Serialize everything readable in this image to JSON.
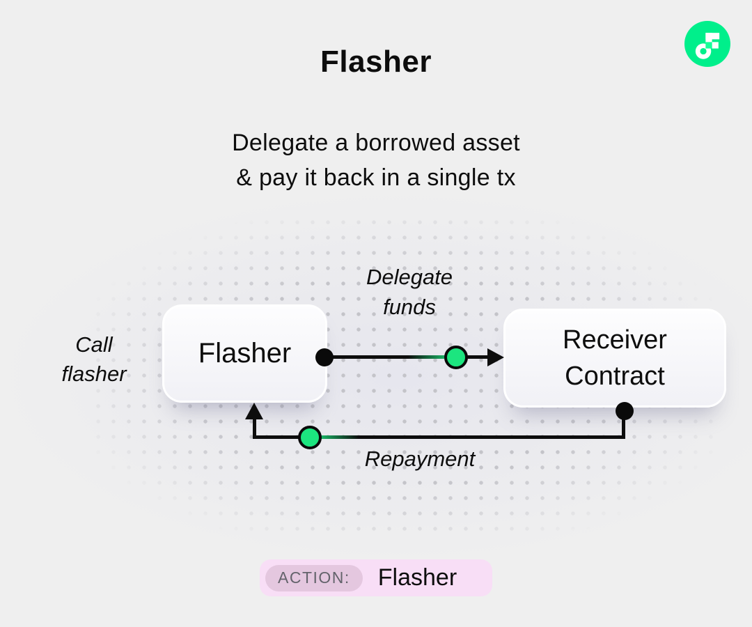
{
  "header": {
    "title": "Flasher",
    "subtitle_line1": "Delegate a borrowed asset",
    "subtitle_line2": "& pay it back in a single tx"
  },
  "logo": {
    "name": "flow-logo",
    "circle_color": "#00ef8b",
    "accent_color": "#16ff99"
  },
  "diagram": {
    "call_label": {
      "line1": "Call",
      "line2": "flasher"
    },
    "flasher_node": {
      "label": "Flasher"
    },
    "receiver_node": {
      "line1": "Receiver",
      "line2": "Contract"
    },
    "delegate_edge": {
      "line1": "Delegate",
      "line2": "funds"
    },
    "repayment_edge": {
      "label": "Repayment"
    },
    "marker_color": "#1ce57f",
    "line_color": "#0d0d0d"
  },
  "action_badge": {
    "label": "ACTION:",
    "value": "Flasher",
    "outer_color": "#f8def6",
    "inner_color": "#e4c7df"
  }
}
